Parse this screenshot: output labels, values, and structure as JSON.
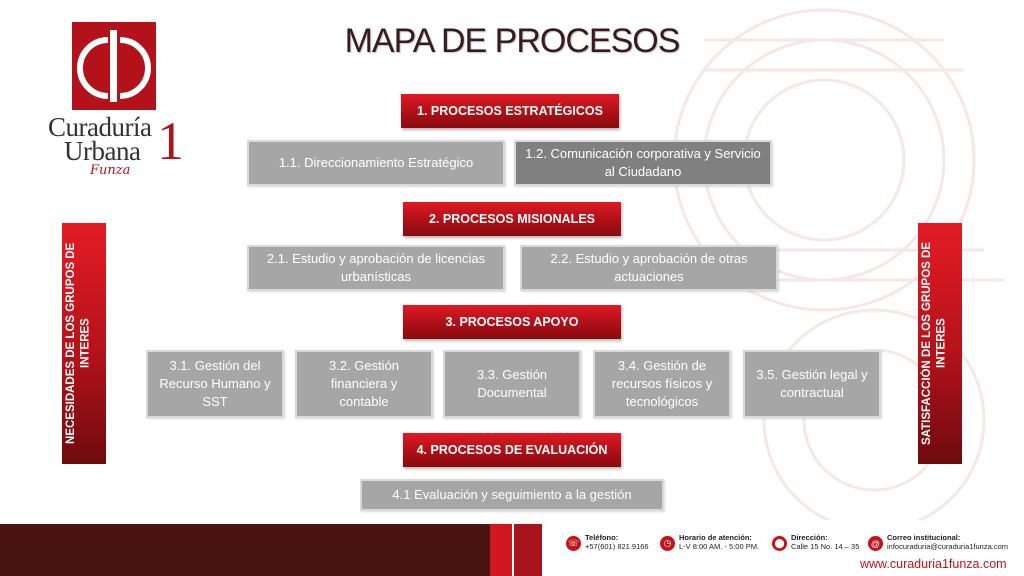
{
  "title": "MAPA DE PROCESOS",
  "logo": {
    "word1": "Curaduría",
    "word2": "Urbana",
    "number": "1",
    "script": "Funza"
  },
  "sections": {
    "strategic": {
      "header": "1. PROCESOS ESTRATÉGICOS",
      "items": [
        "1.1. Direccionamiento Estratégico",
        "1.2. Comunicación corporativa y Servicio al Ciudadano"
      ]
    },
    "missional": {
      "header": "2. PROCESOS MISIONALES",
      "items": [
        "2.1. Estudio y aprobación de licencias urbanísticas",
        "2.2. Estudio y aprobación de otras actuaciones"
      ]
    },
    "support": {
      "header": "3. PROCESOS APOYO",
      "items": [
        "3.1. Gestión del Recurso Humano y SST",
        "3.2. Gestión financiera y contable",
        "3.3. Gestión Documental",
        "3.4. Gestión de recursos físicos y tecnológicos",
        "3.5. Gestión legal y contractual"
      ]
    },
    "evaluation": {
      "header": "4. PROCESOS DE EVALUACIÓN",
      "items": [
        "4.1 Evaluación y seguimiento a la gestión"
      ]
    }
  },
  "side": {
    "left": "NECESIDADES DE LOS GRUPOS DE INTERES",
    "right": "SATISFACCIÓN DE LOS GRUPOS DE INTERES"
  },
  "footer": {
    "phone_label": "Teléfono:",
    "phone": "+57(601) 821 9166",
    "hours_label": "Horario de atención:",
    "hours": "L-V 8:00 AM. - 5:00 PM.",
    "address_label": "Dirección:",
    "address": "Calle 15 No. 14 – 35",
    "email_label": "Correo institucional:",
    "email": "infocuraduria@curaduria1funza.com",
    "website": "www.curaduria1funza.com"
  },
  "colors": {
    "brand_red": "#b3121a",
    "box_gray": "#a6a6a6",
    "box_dark_gray": "#808080",
    "footer_dark": "#4a1412"
  },
  "icons": {
    "phone": "phone-icon",
    "clock": "clock-icon",
    "location": "location-pin-icon",
    "email": "at-sign-icon"
  }
}
